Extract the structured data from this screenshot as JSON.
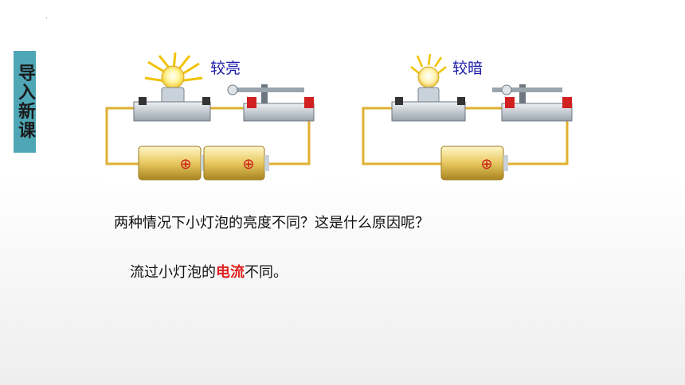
{
  "side_label": "导入新课",
  "panel_left": {
    "caption": "较亮",
    "battery_sign_1": "⊕",
    "battery_sign_2": "⊕"
  },
  "panel_right": {
    "caption": "较暗",
    "battery_sign_1": "⊕"
  },
  "question": "两种情况下小灯泡的亮度不同？这是什么原因呢？",
  "answer": {
    "prefix": "流过小灯泡的",
    "highlight": "电流",
    "suffix": "不同。"
  },
  "colors": {
    "accent": "#4fa7b6",
    "highlight": "#e02020",
    "caption": "#1a1aa8",
    "wire": "#e0b030"
  }
}
